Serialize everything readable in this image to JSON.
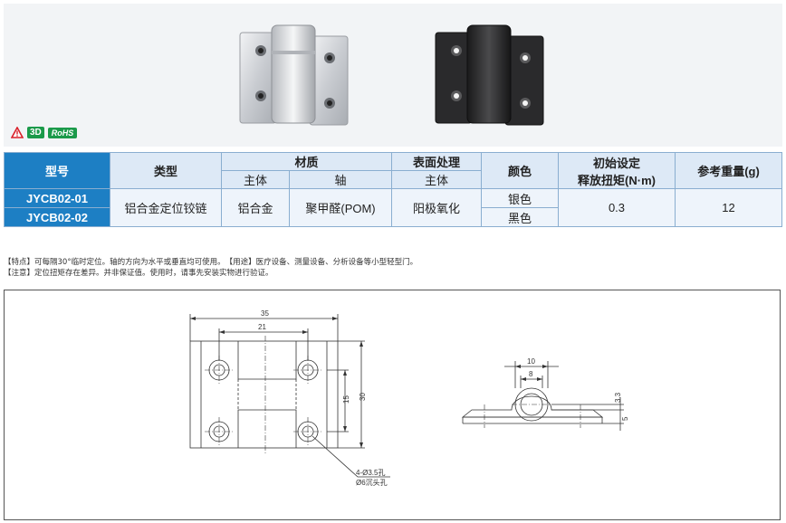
{
  "badges": {
    "three_d": "3D",
    "rohs": "RoHS"
  },
  "table": {
    "headers": {
      "model": "型号",
      "type": "类型",
      "material": "材质",
      "material_main": "主体",
      "material_axis": "轴",
      "surface": "表面处理",
      "surface_main": "主体",
      "color": "颜色",
      "torque_line1": "初始设定",
      "torque_line2": "释放扭矩(N·m)",
      "weight": "参考重量(g)"
    },
    "rows": [
      {
        "model": "JYCB02-01",
        "color": "银色"
      },
      {
        "model": "JYCB02-02",
        "color": "黑色"
      }
    ],
    "shared": {
      "type": "铝合金定位铰链",
      "material_main": "铝合金",
      "material_axis": "聚甲醛(POM)",
      "surface": "阳极氧化",
      "torque": "0.3",
      "weight": "12"
    }
  },
  "notes": {
    "line1": "【特点】可每隔30°临时定位。轴的方向为水平或垂直均可使用。　【用途】医疗设备、测量设备、分析设备等小型轻型门。",
    "line2": "【注意】定位扭矩存在差异。并非保证值。使用时，请事先安装实物进行验证。"
  },
  "drawing": {
    "dim_35": "35",
    "dim_21": "21",
    "dim_15": "15",
    "dim_30": "30",
    "hole_note1": "4-Ø3.5孔",
    "hole_note2": "Ø6沉头孔",
    "dim_10": "10",
    "dim_8": "8",
    "dim_3_3": "3.3",
    "dim_5": "5"
  },
  "colors": {
    "header_blue": "#1d7fc4",
    "header_light": "#dde9f6",
    "badge_green": "#1b9a4a",
    "warning_red": "#d9202a"
  }
}
